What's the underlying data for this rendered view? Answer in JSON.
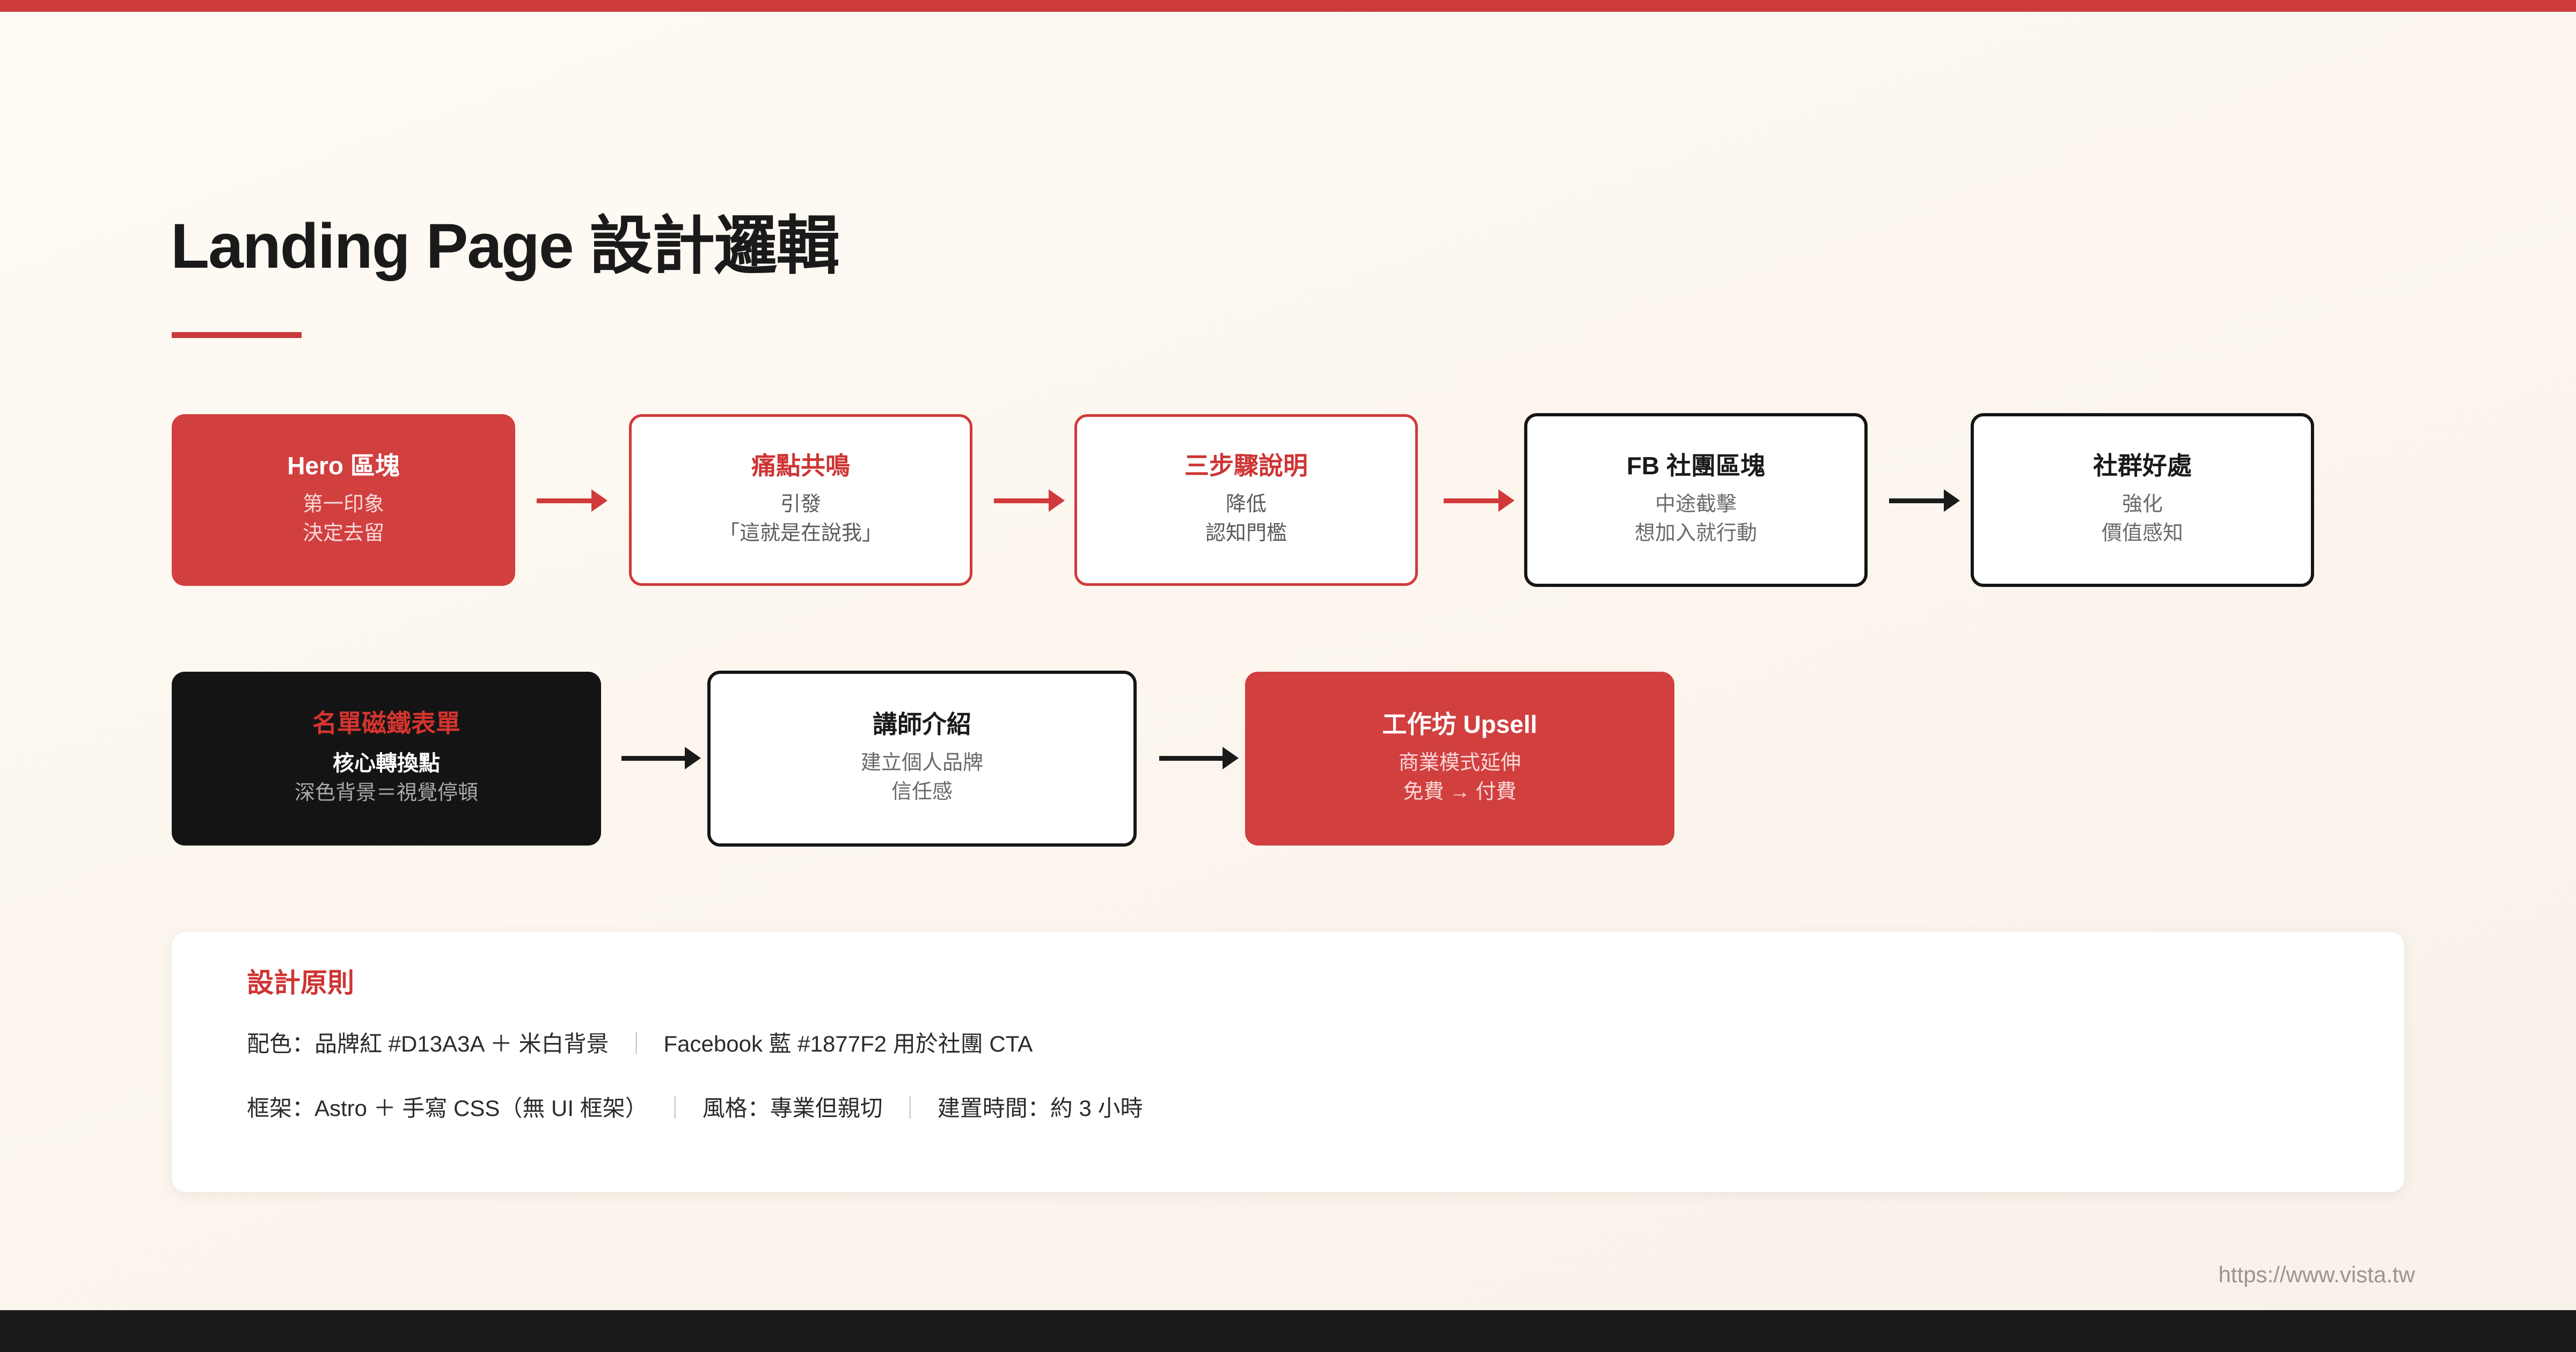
{
  "page": {
    "title": "Landing Page 設計邏輯",
    "footer_url": "https://www.vista.tw"
  },
  "colors": {
    "brand_red": "#D13A3A",
    "facebook_blue": "#1877F2",
    "background_cream": "#FCF7F0",
    "dark": "#1A1A1A"
  },
  "flow": {
    "row1": [
      {
        "title": "Hero 區塊",
        "line1": "第一印象",
        "line2": "決定去留",
        "style": "filled-red"
      },
      {
        "title": "痛點共鳴",
        "line1": "引發",
        "line2": "「這就是在說我」",
        "style": "outline-red"
      },
      {
        "title": "三步驟說明",
        "line1": "降低",
        "line2": "認知門檻",
        "style": "outline-red"
      },
      {
        "title": "FB 社團區塊",
        "line1": "中途截擊",
        "line2": "想加入就行動",
        "style": "outline-dark"
      },
      {
        "title": "社群好處",
        "line1": "強化",
        "line2": "價值感知",
        "style": "outline-dark"
      }
    ],
    "row2": [
      {
        "title": "名單磁鐵表單",
        "line1": "核心轉換點",
        "line2": "深色背景＝視覺停頓",
        "style": "filled-dark"
      },
      {
        "title": "講師介紹",
        "line1": "建立個人品牌",
        "line2": "信任感",
        "style": "outline-dark"
      },
      {
        "title": "工作坊 Upsell",
        "line1": "商業模式延伸",
        "line2": "免費 → 付費",
        "style": "filled-red"
      }
    ]
  },
  "principles": {
    "heading": "設計原則",
    "line1": {
      "a": "配色：品牌紅 #D13A3A ＋ 米白背景",
      "sep1": "｜",
      "b": "Facebook 藍 #1877F2 用於社團 CTA"
    },
    "line2": {
      "a": "框架：Astro ＋ 手寫 CSS（無 UI 框架）",
      "sep1": "｜",
      "b": "風格：專業但親切",
      "sep2": "｜",
      "c": "建置時間：約 3 小時"
    }
  }
}
